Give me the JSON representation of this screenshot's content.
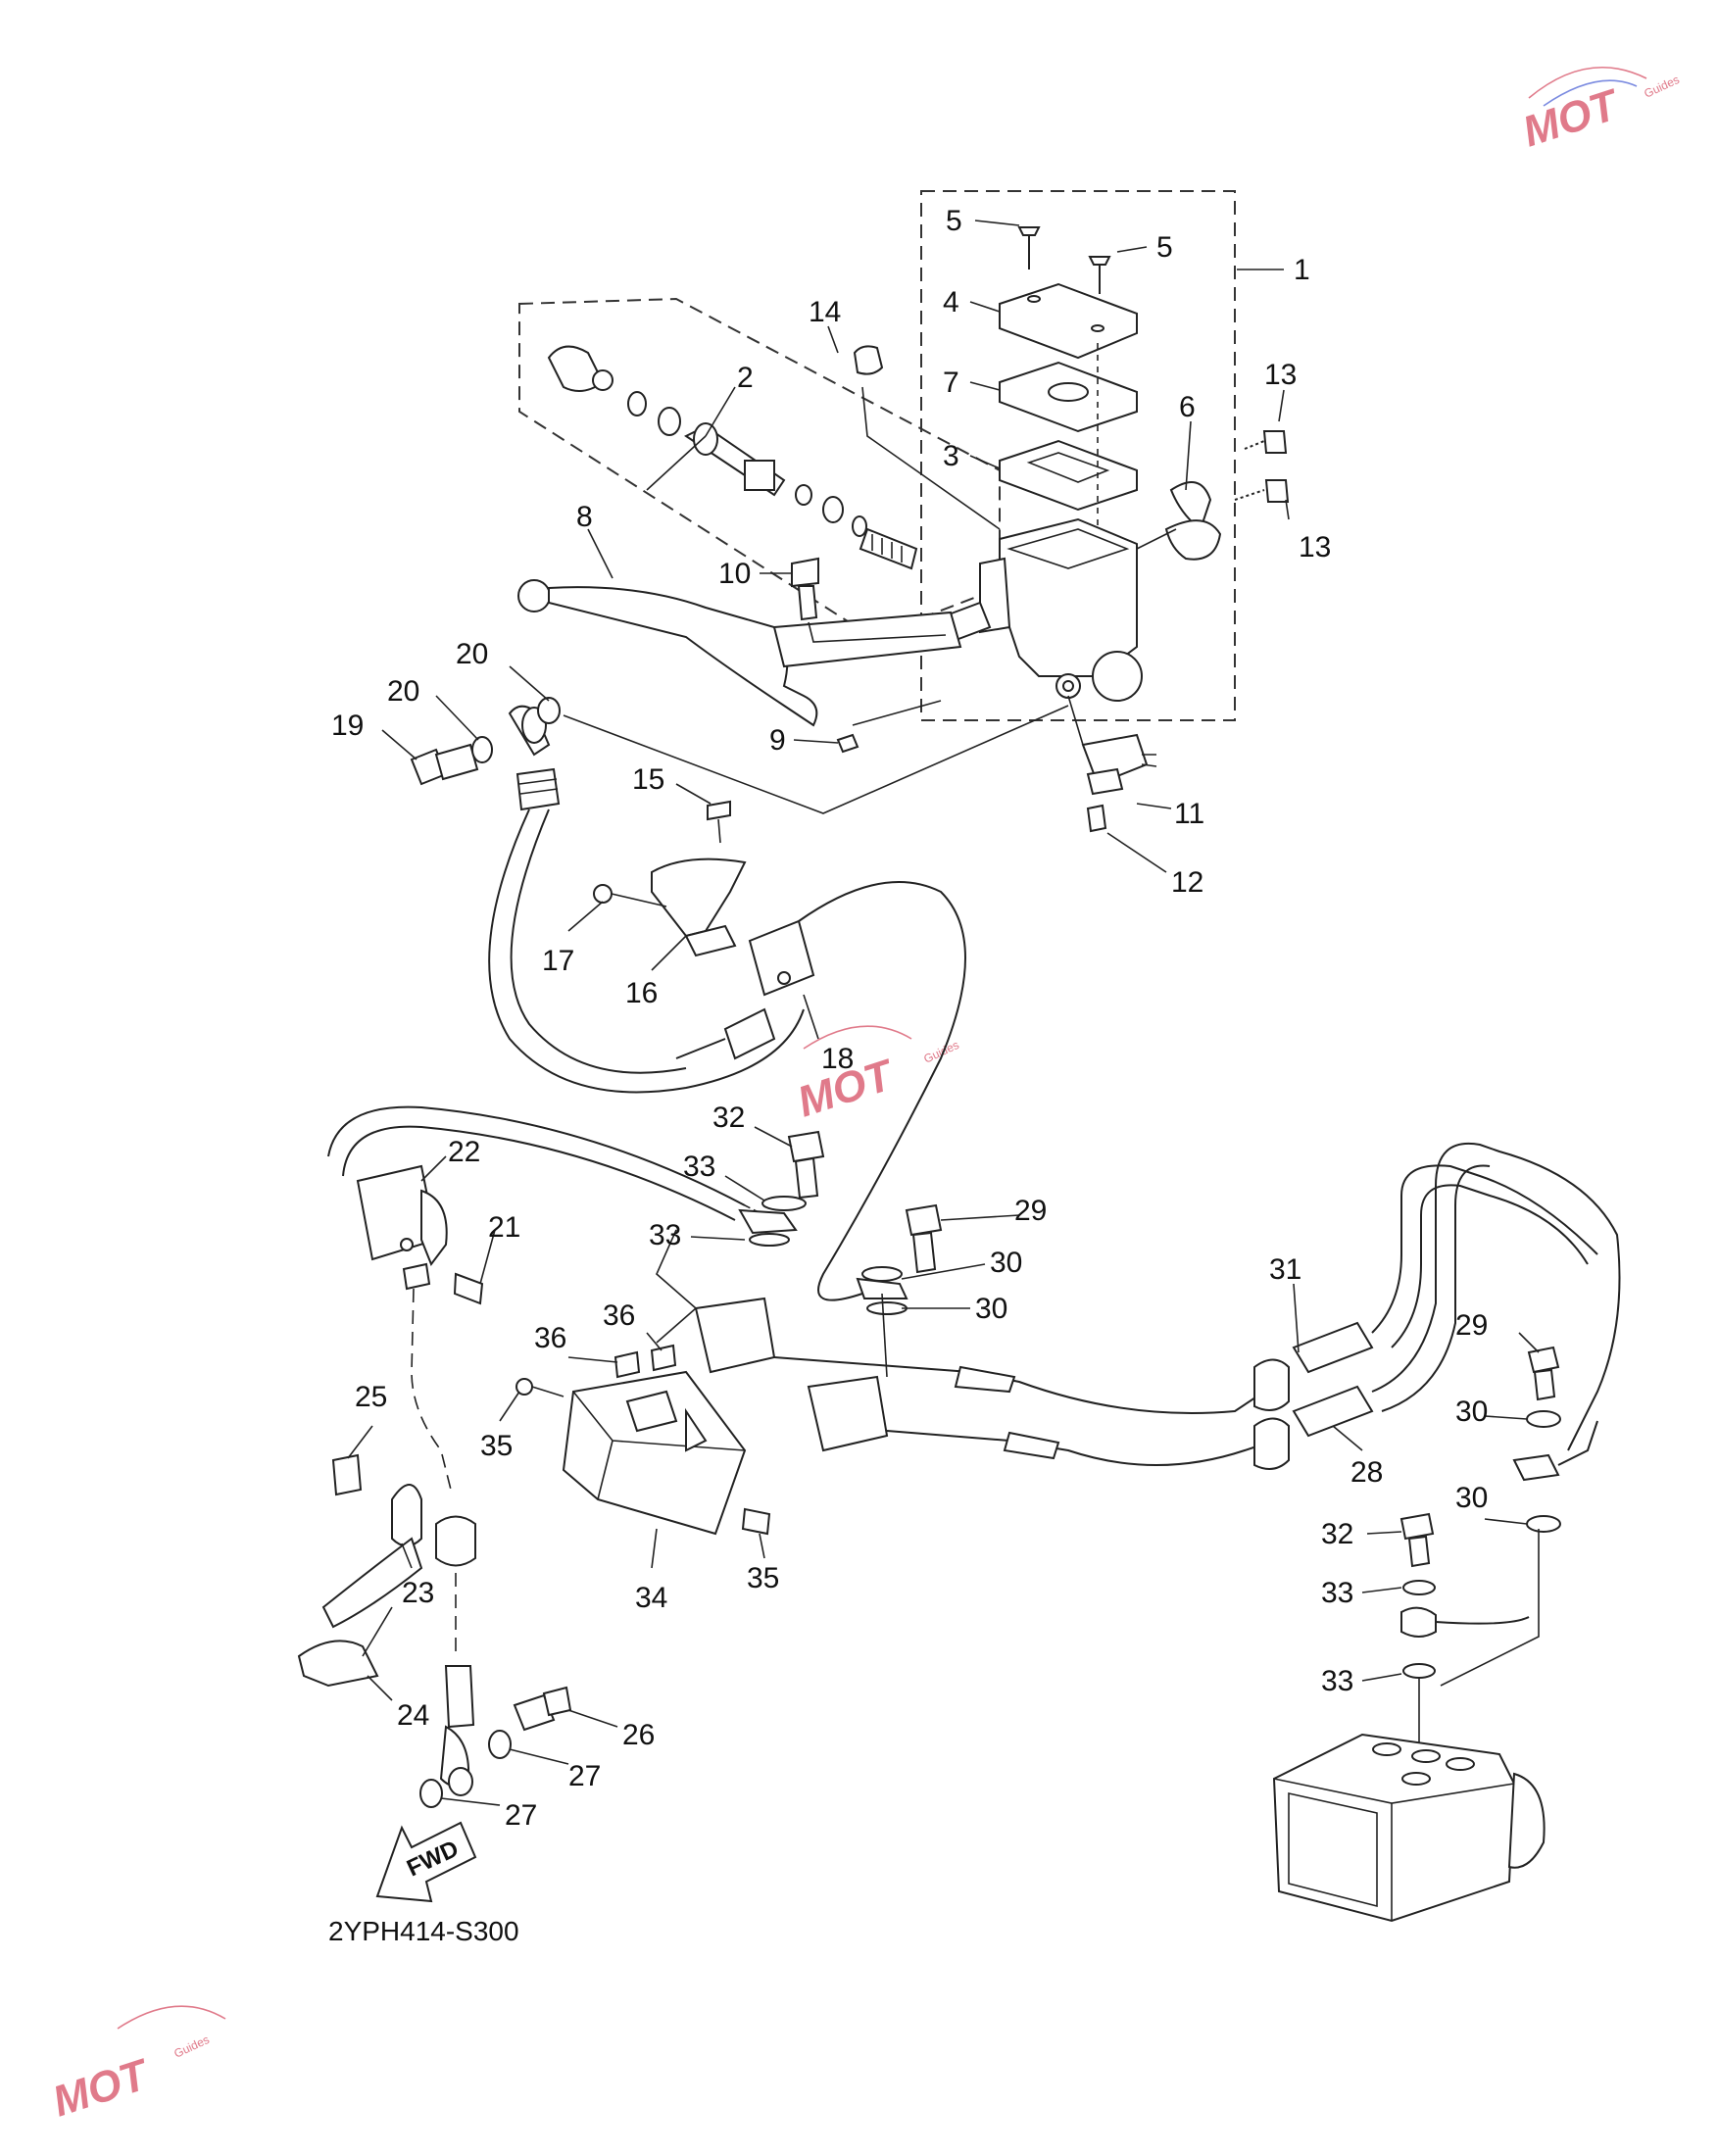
{
  "diagram": {
    "code": "2YPH414-S300",
    "fwd_text": "FWD",
    "watermark": {
      "logo_text": "MOT",
      "small_text": "Guides"
    },
    "labels": [
      {
        "id": "l5a",
        "text": "5"
      },
      {
        "id": "l5b",
        "text": "5"
      },
      {
        "id": "l1",
        "text": "1"
      },
      {
        "id": "l4",
        "text": "4"
      },
      {
        "id": "l14",
        "text": "14"
      },
      {
        "id": "l7",
        "text": "7"
      },
      {
        "id": "l13a",
        "text": "13"
      },
      {
        "id": "l2",
        "text": "2"
      },
      {
        "id": "l6",
        "text": "6"
      },
      {
        "id": "l3",
        "text": "3"
      },
      {
        "id": "l13b",
        "text": "13"
      },
      {
        "id": "l8",
        "text": "8"
      },
      {
        "id": "l10",
        "text": "10"
      },
      {
        "id": "l20a",
        "text": "20"
      },
      {
        "id": "l20b",
        "text": "20"
      },
      {
        "id": "l19",
        "text": "19"
      },
      {
        "id": "l9",
        "text": "9"
      },
      {
        "id": "l15",
        "text": "15"
      },
      {
        "id": "l11",
        "text": "11"
      },
      {
        "id": "l12",
        "text": "12"
      },
      {
        "id": "l17",
        "text": "17"
      },
      {
        "id": "l16",
        "text": "16"
      },
      {
        "id": "l18",
        "text": "18"
      },
      {
        "id": "l32a",
        "text": "32"
      },
      {
        "id": "l22",
        "text": "22"
      },
      {
        "id": "l33a",
        "text": "33"
      },
      {
        "id": "l29a",
        "text": "29"
      },
      {
        "id": "l21",
        "text": "21"
      },
      {
        "id": "l33b",
        "text": "33"
      },
      {
        "id": "l30a",
        "text": "30"
      },
      {
        "id": "l31",
        "text": "31"
      },
      {
        "id": "l30b",
        "text": "30"
      },
      {
        "id": "l36a",
        "text": "36"
      },
      {
        "id": "l36b",
        "text": "36"
      },
      {
        "id": "l29b",
        "text": "29"
      },
      {
        "id": "l25",
        "text": "25"
      },
      {
        "id": "l30c",
        "text": "30"
      },
      {
        "id": "l35a",
        "text": "35"
      },
      {
        "id": "l28",
        "text": "28"
      },
      {
        "id": "l30d",
        "text": "30"
      },
      {
        "id": "l32b",
        "text": "32"
      },
      {
        "id": "l35b",
        "text": "35"
      },
      {
        "id": "l23",
        "text": "23"
      },
      {
        "id": "l34",
        "text": "34"
      },
      {
        "id": "l33c",
        "text": "33"
      },
      {
        "id": "l33d",
        "text": "33"
      },
      {
        "id": "l24",
        "text": "24"
      },
      {
        "id": "l26",
        "text": "26"
      },
      {
        "id": "l27a",
        "text": "27"
      },
      {
        "id": "l27b",
        "text": "27"
      }
    ]
  },
  "colors": {
    "line": "#222222",
    "watermark": "#e07a8a",
    "background": "#ffffff"
  }
}
